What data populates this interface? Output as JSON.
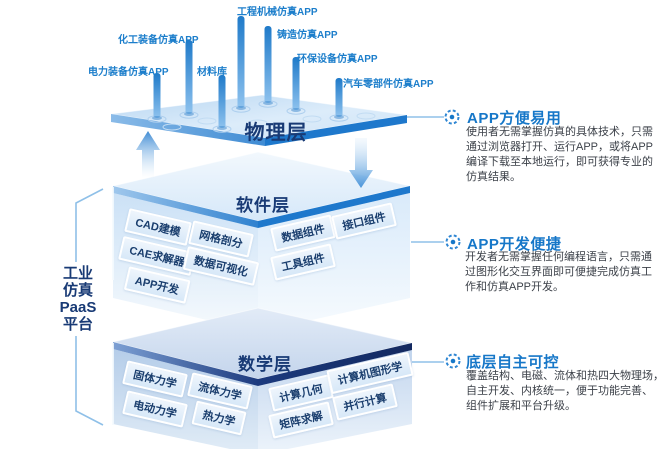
{
  "platform": {
    "label": "工业\n仿真\nPaaS\n平台"
  },
  "layers": {
    "physical": {
      "title": "物理层",
      "pins": [
        "电力装备仿真APP",
        "化工装备仿真APP",
        "材料库",
        "工程机械仿真APP",
        "铸造仿真APP",
        "环保设备仿真APP",
        "汽车零部件仿真APP"
      ]
    },
    "software": {
      "title": "软件层",
      "left_items": [
        "CAD建模",
        "网格剖分",
        "CAE求解器",
        "数据可视化",
        "APP开发"
      ],
      "right_items": [
        "数据组件",
        "接口组件",
        "工具组件"
      ]
    },
    "math": {
      "title": "数学层",
      "left_items": [
        "固体力学",
        "流体力学",
        "电动力学",
        "热力学"
      ],
      "right_items": [
        "计算几何",
        "计算机图形学",
        "矩阵求解",
        "并行计算"
      ]
    }
  },
  "annotations": [
    {
      "title": "APP方便易用",
      "body": "使用者无需掌握仿真的具体技术，只需\n通过浏览器打开、运行APP，或将APP\n编译下载至本地运行，即可获得专业的\n仿真结果。"
    },
    {
      "title": "APP开发便捷",
      "body": "开发者无需掌握任何编程语言，只需通\n过图形化交互界面即可便捷完成仿真工\n作和仿真APP开发。"
    },
    {
      "title": "底层自主可控",
      "body": "覆盖结构、电磁、流体和热四大物理场，\n自主开发、内核统一，便于功能完善、\n组件扩展和平台升级。"
    }
  ],
  "icons": {
    "annotation_bullet": "circle-dot",
    "up_arrow": "arrow-up",
    "down_arrow": "arrow-down"
  },
  "colors": {
    "accent_blue": "#1677c8",
    "title_navy": "#183a75",
    "edge_band_blue": "#1e78cc",
    "math_band_navy": "#1c3a7e",
    "pin_label_blue": "#1c7ecb",
    "body_text": "#3c4149",
    "connector_blue": "#8fc0e8"
  }
}
